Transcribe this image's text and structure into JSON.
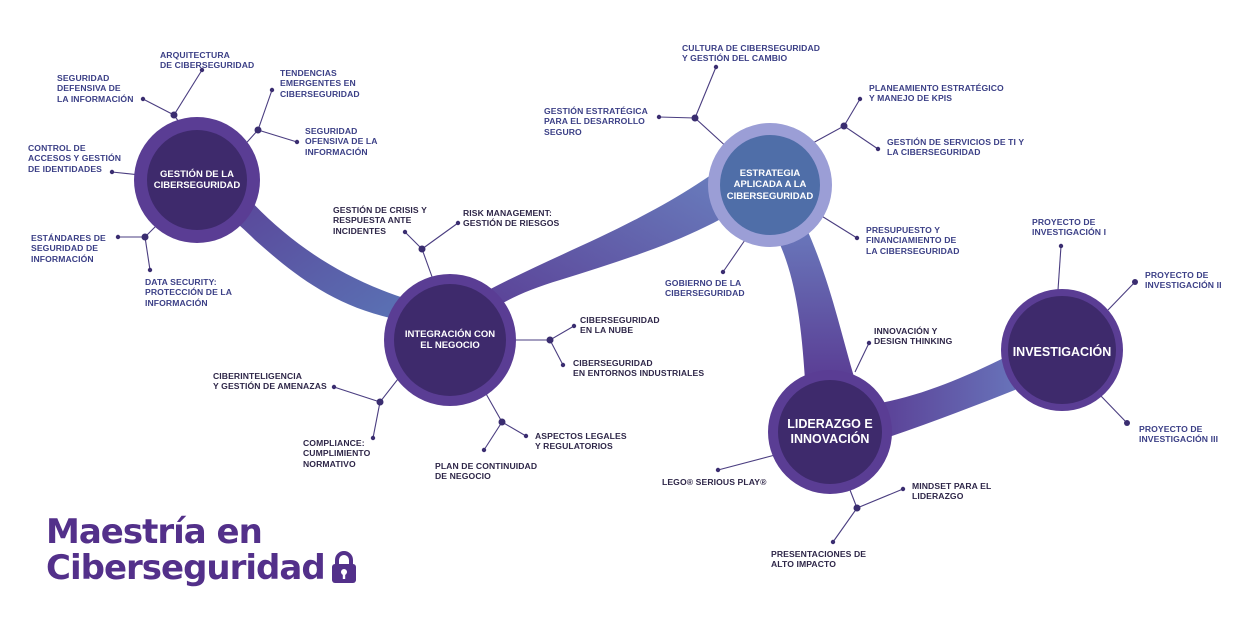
{
  "brand": {
    "line1": "Maestría en",
    "line2": "Ciberseguridad",
    "icon": "lock-icon"
  },
  "colors": {
    "hub_dark": "#3e2a6c",
    "hub_ring": "#5a3d94",
    "hub_blue": "#4f6ea8",
    "connector": "#5b4a92",
    "label_blue": "#3b3f86",
    "label_dark": "#2e2648",
    "brand": "#53308a"
  },
  "hubs": {
    "gestion": "GESTIÓN DE LA\nCIBERSEGURIDAD",
    "integracion": "INTEGRACIÓN CON\nEL NEGOCIO",
    "estrategia": "ESTRATEGIA\nAPLICADA A LA\nCIBERSEGURIDAD",
    "liderazgo": "LIDERAZGO E\nINNOVACIÓN",
    "investigacion": "INVESTIGACIÓN"
  },
  "topics": {
    "arquitectura": "ARQUITECTURA\nDE CIBERSEGURIDAD",
    "seg_defensiva": "SEGURIDAD\nDEFENSIVA DE\nLA INFORMACIÓN",
    "tendencias": "TENDENCIAS\nEMERGENTES EN\nCIBERSEGURIDAD",
    "seg_ofensiva": "SEGURIDAD\nOFENSIVA DE LA\nINFORMACIÓN",
    "control_accesos": "CONTROL DE\nACCESOS Y GESTIÓN\nDE IDENTIDADES",
    "estandares": "ESTÁNDARES DE\nSEGURIDAD DE\nINFORMACIÓN",
    "data_security": "DATA SECURITY:\nPROTECCIÓN DE LA\nINFORMACIÓN",
    "gestion_crisis": "GESTIÓN DE CRISIS Y\nRESPUESTA ANTE\nINCIDENTES",
    "risk_management": "RISK MANAGEMENT:\nGESTIÓN DE RIESGOS",
    "ciber_nube": "CIBERSEGURIDAD\nEN LA NUBE",
    "ciber_industriales": "CIBERSEGURIDAD\nEN ENTORNOS INDUSTRIALES",
    "ciberinteligencia": "CIBERINTELIGENCIA\nY GESTIÓN DE AMENAZAS",
    "compliance": "COMPLIANCE:\nCUMPLIMIENTO\nNORMATIVO",
    "aspectos_legales": "ASPECTOS LEGALES\nY REGULATORIOS",
    "plan_continuidad": "PLAN DE CONTINUIDAD\nDE NEGOCIO",
    "cultura": "CULTURA DE CIBERSEGURIDAD\nY GESTIÓN DEL CAMBIO",
    "gestion_estrategica": "GESTIÓN ESTRATÉGICA\nPARA EL DESARROLLO\nSEGURO",
    "planeamiento": "PLANEAMIENTO ESTRATÉGICO\nY MANEJO DE KPIS",
    "servicios_ti": "GESTIÓN DE SERVICIOS DE TI Y\nLA CIBERSEGURIDAD",
    "presupuesto": "PRESUPUESTO Y\nFINANCIAMIENTO DE\nLA CIBERSEGURIDAD",
    "gobierno": "GOBIERNO DE LA\nCIBERSEGURIDAD",
    "innovacion": "INNOVACIÓN Y\nDESIGN THINKING",
    "lego": "LEGO® SERIOUS PLAY®",
    "mindset": "MINDSET PARA EL\nLIDERAZGO",
    "presentaciones": "PRESENTACIONES DE\nALTO IMPACTO",
    "proyecto1": "PROYECTO DE\nINVESTIGACIÓN I",
    "proyecto2": "PROYECTO DE\nINVESTIGACIÓN II",
    "proyecto3": "PROYECTO DE\nINVESTIGACIÓN III"
  }
}
